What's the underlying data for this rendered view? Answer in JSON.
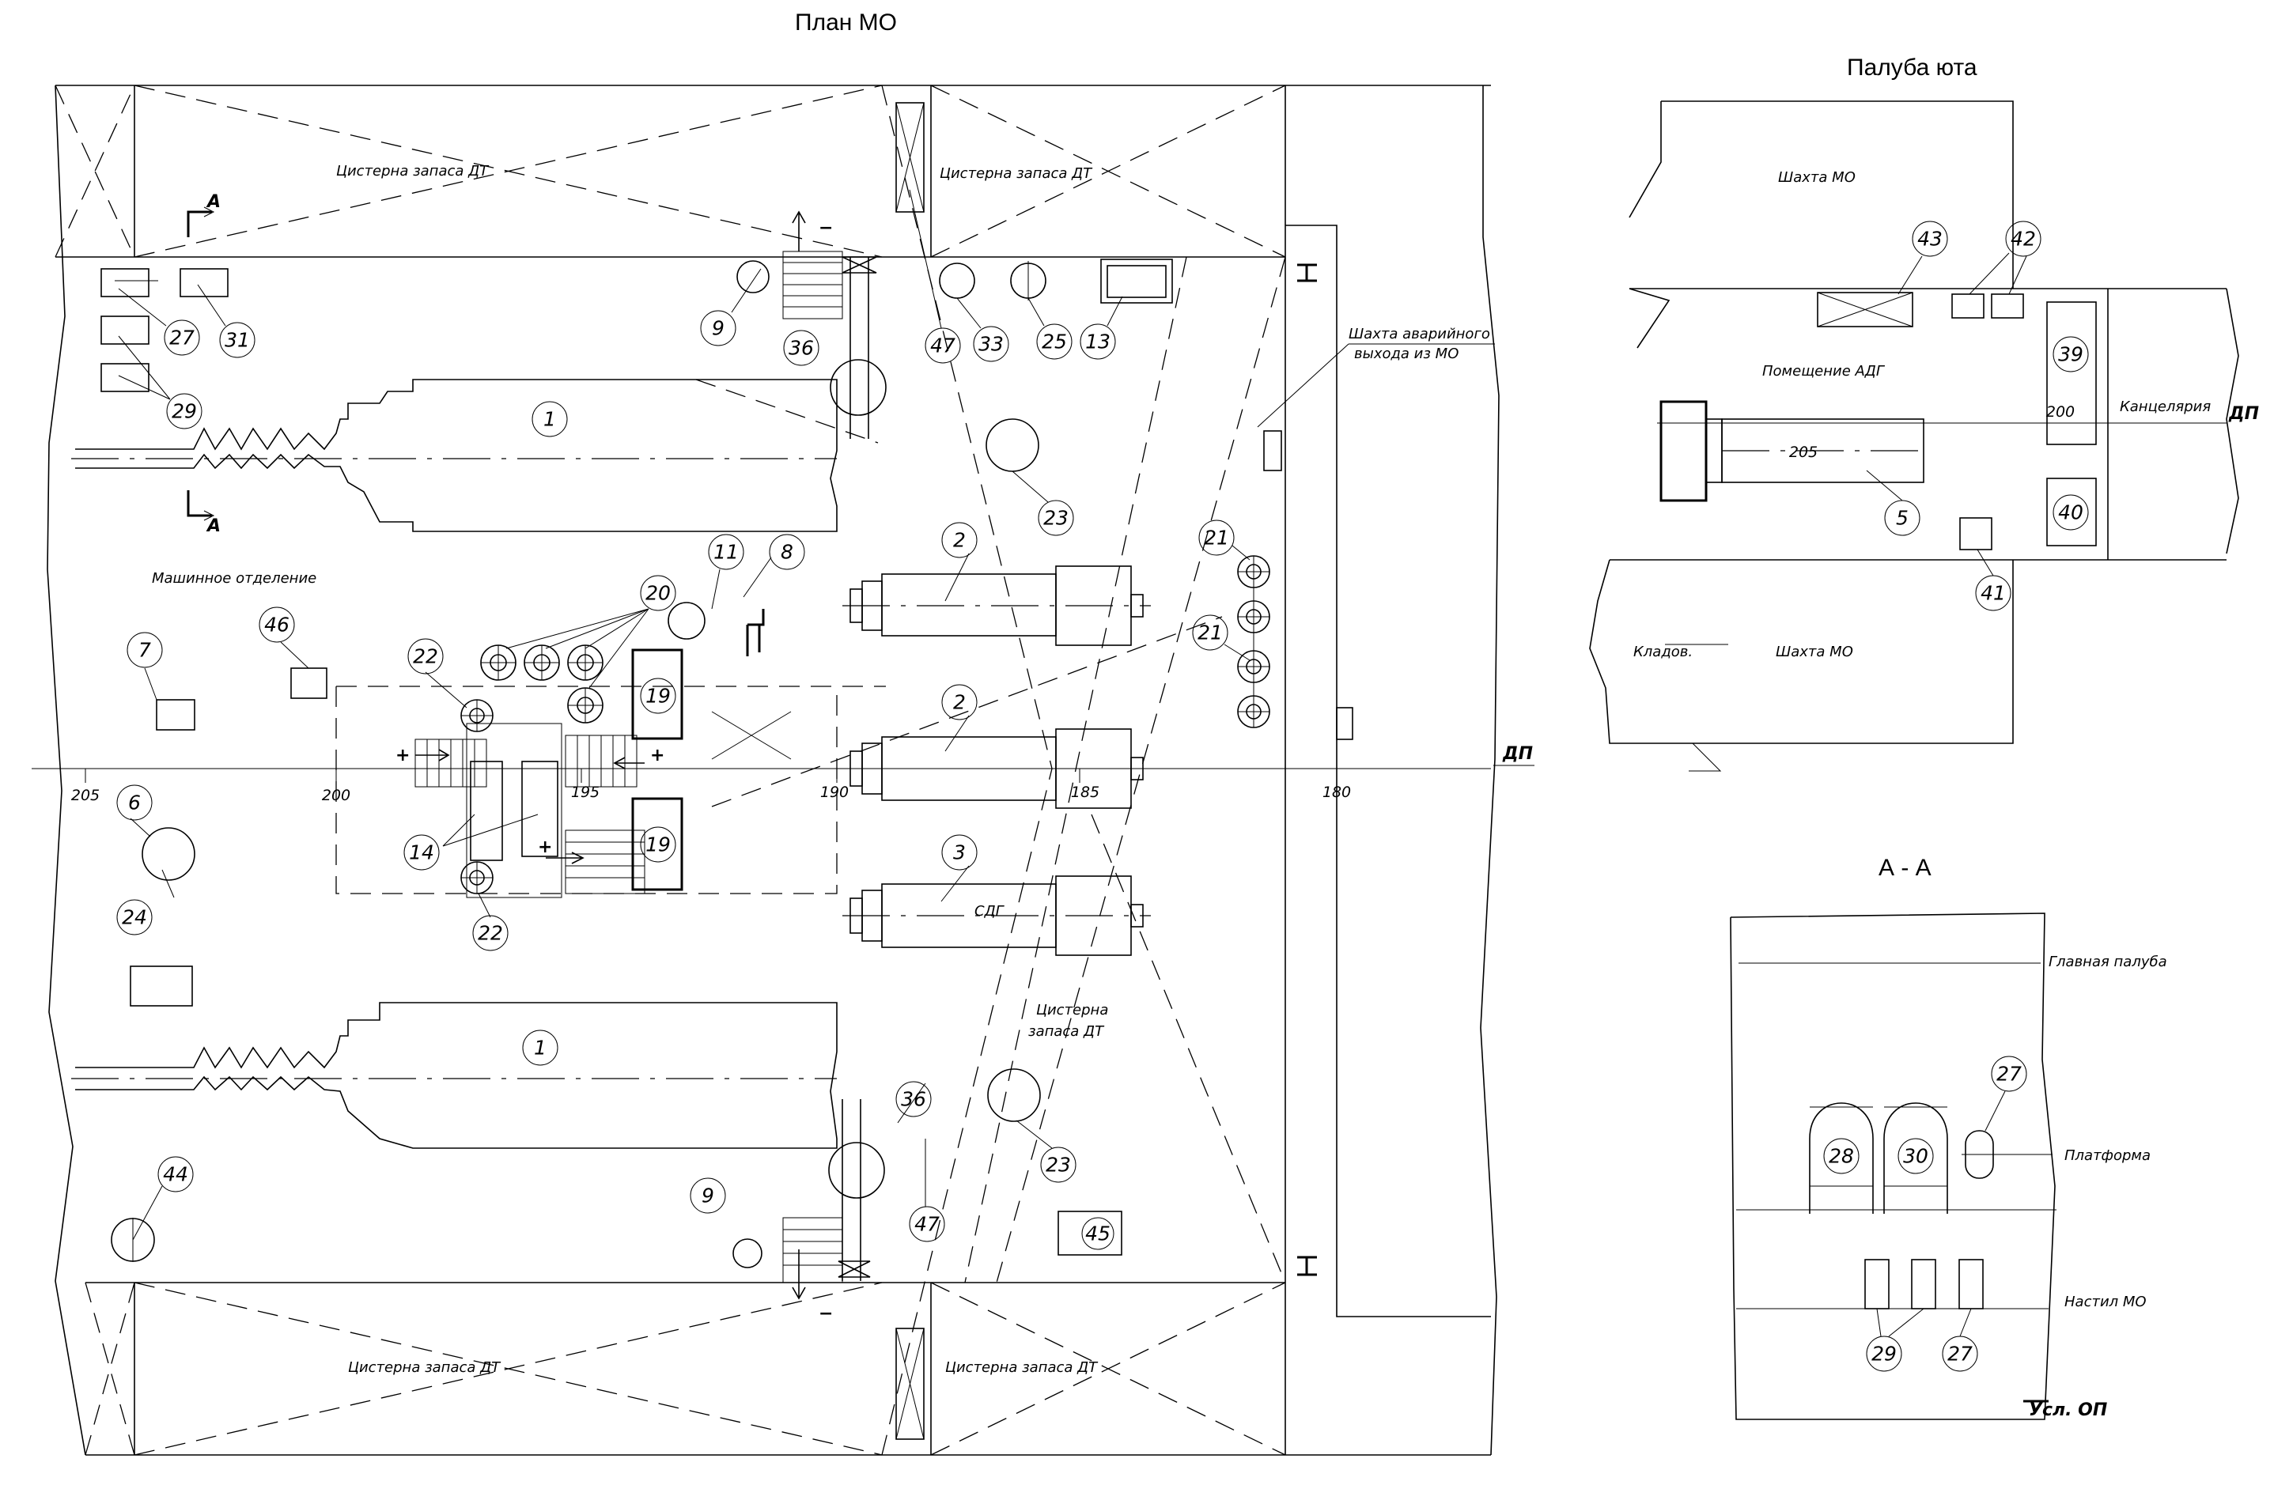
{
  "titles": {
    "plan": "План МО",
    "deck": "Палуба юта",
    "section": "А - А"
  },
  "plan_labels": {
    "tank_tl": "Цистерна запаса ДТ",
    "tank_tr": "Цистерна запаса ДТ",
    "tank_bl": "Цистерна запаса ДТ",
    "tank_br": "Цистерна запаса ДТ",
    "tank_mid_1": "Цистерна",
    "tank_mid_2": "запаса ДТ",
    "shaft_1": "Шахта аварийного",
    "shaft_2": "выхода из МО",
    "engine_room": "Машинное отделение",
    "sdg": "СДГ",
    "dp": "ДП",
    "section_mark_top": "А",
    "section_mark_bot": "А",
    "plus": "+",
    "minus": "−"
  },
  "frames": [
    "205",
    "200",
    "195",
    "190",
    "185",
    "180"
  ],
  "deck_labels": {
    "shaft_top": "Шахта МО",
    "adg_room": "Помещение АДГ",
    "office": "Канцелярия",
    "dp": "ДП",
    "frame_205": "205",
    "frame_200": "200",
    "store": "Кладов.",
    "shaft_bot": "Шахта МО"
  },
  "section_labels": {
    "main_deck": "Главная палуба",
    "platform": "Платформа",
    "mo_floor": "Настил МО",
    "base": "Усл. ОП"
  },
  "numbers": {
    "n1a": "1",
    "n1b": "1",
    "n2a": "2",
    "n2b": "2",
    "n3": "3",
    "n6": "6",
    "n7": "7",
    "n8": "8",
    "n9a": "9",
    "n9b": "9",
    "n11": "11",
    "n13": "13",
    "n14": "14",
    "n19a": "19",
    "n19b": "19",
    "n20": "20",
    "n21a": "21",
    "n21b": "21",
    "n22a": "22",
    "n22b": "22",
    "n23a": "23",
    "n23b": "23",
    "n24": "24",
    "n25": "25",
    "n27a": "27",
    "n29a": "29",
    "n31": "31",
    "n33": "33",
    "n36a": "36",
    "n36b": "36",
    "n44": "44",
    "n45": "45",
    "n46": "46",
    "n47a": "47",
    "n47b": "47",
    "n5": "5",
    "n39": "39",
    "n40": "40",
    "n41": "41",
    "n42": "42",
    "n43": "43",
    "n27b": "27",
    "n27c": "27",
    "n28": "28",
    "n29b": "29",
    "n30": "30"
  }
}
